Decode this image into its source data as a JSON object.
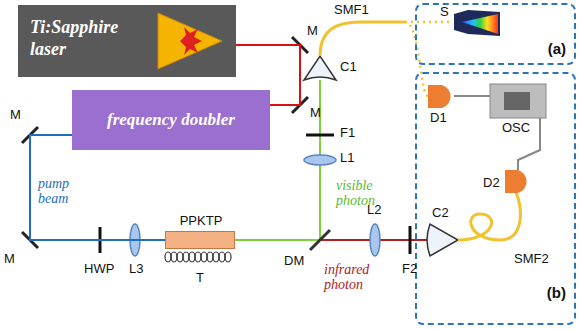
{
  "diagram": {
    "nodes": [
      {
        "text": [
          "Ti:Sapphire laser"
        ]
      },
      {
        "text": [
          "(a)"
        ]
      },
      {
        "text": [
          "frequency doubler"
        ]
      },
      {
        "text": [
          "(b)"
        ]
      },
      {
        "text": [
          "PPKTP"
        ]
      }
    ],
    "edges": [
      {
        "from": 0,
        "to": 2,
        "arrow": "none"
      },
      {
        "from": 2,
        "to": 4,
        "arrow": "none"
      }
    ],
    "labels": [
      "M",
      "M",
      "M",
      "M",
      "SMF1",
      "S",
      "D1",
      "OSC",
      "D2",
      "SMF2",
      "C1",
      "F1",
      "L1",
      "visible photon",
      "DM",
      "L2",
      "F2",
      "C2",
      "infrared photon",
      "pump beam",
      "HWP",
      "L3",
      "T"
    ]
  }
}
